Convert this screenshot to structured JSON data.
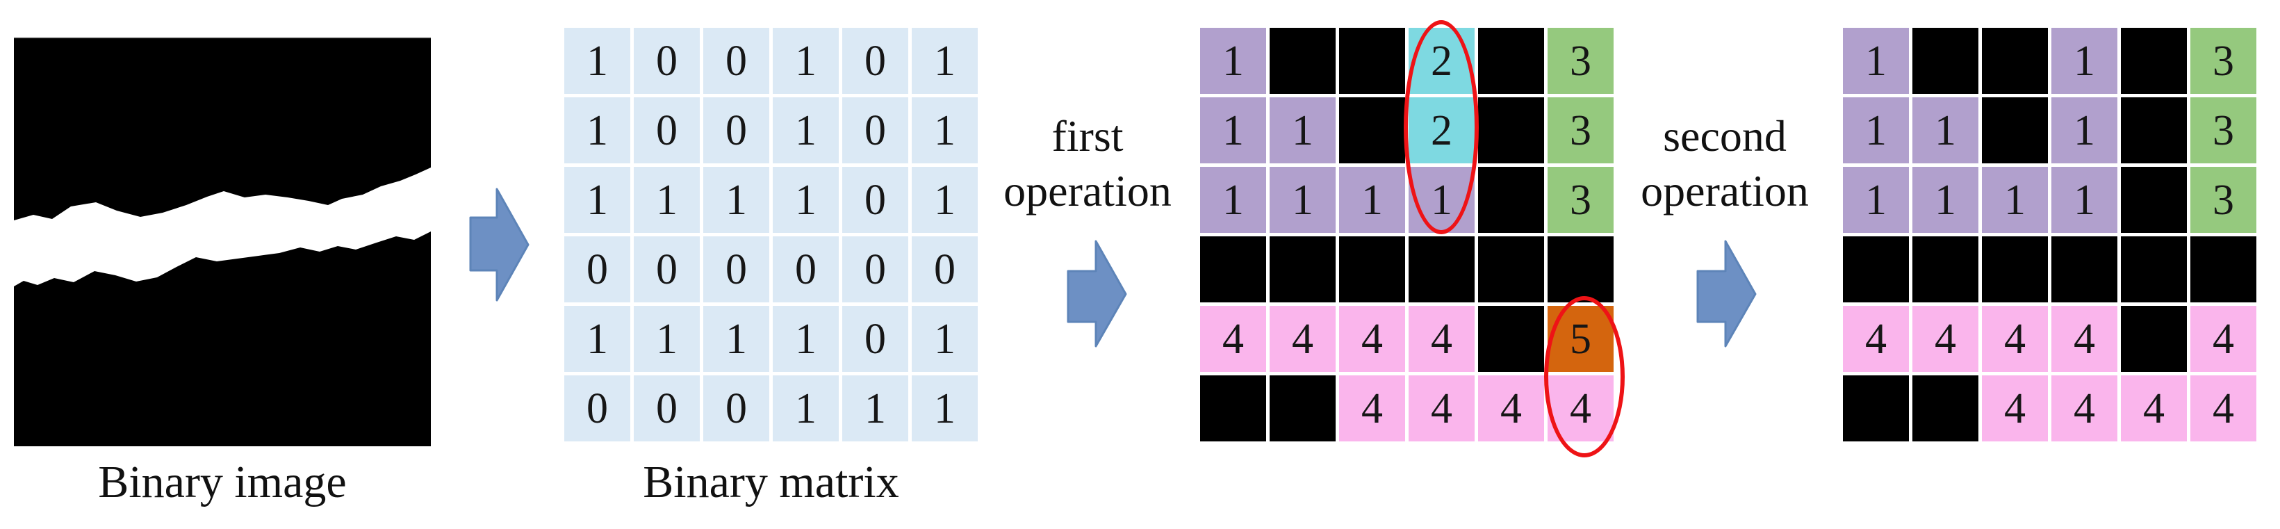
{
  "figure": {
    "binary_image": {
      "caption": "Binary image"
    },
    "binary_matrix": {
      "caption": "Binary matrix",
      "rows": [
        [
          "1",
          "0",
          "0",
          "1",
          "0",
          "1"
        ],
        [
          "1",
          "0",
          "0",
          "1",
          "0",
          "1"
        ],
        [
          "1",
          "1",
          "1",
          "1",
          "0",
          "1"
        ],
        [
          "0",
          "0",
          "0",
          "0",
          "0",
          "0"
        ],
        [
          "1",
          "1",
          "1",
          "1",
          "0",
          "1"
        ],
        [
          "0",
          "0",
          "0",
          "1",
          "1",
          "1"
        ]
      ]
    },
    "first_operation": {
      "line1": "first",
      "line2": "operation"
    },
    "first_labeled_matrix": {
      "rows": [
        [
          {
            "v": "1",
            "c": "purple"
          },
          {
            "v": "",
            "c": "black"
          },
          {
            "v": "",
            "c": "black"
          },
          {
            "v": "2",
            "c": "cyan"
          },
          {
            "v": "",
            "c": "black"
          },
          {
            "v": "3",
            "c": "green"
          }
        ],
        [
          {
            "v": "1",
            "c": "purple"
          },
          {
            "v": "1",
            "c": "purple"
          },
          {
            "v": "",
            "c": "black"
          },
          {
            "v": "2",
            "c": "cyan"
          },
          {
            "v": "",
            "c": "black"
          },
          {
            "v": "3",
            "c": "green"
          }
        ],
        [
          {
            "v": "1",
            "c": "purple"
          },
          {
            "v": "1",
            "c": "purple"
          },
          {
            "v": "1",
            "c": "purple"
          },
          {
            "v": "1",
            "c": "purple"
          },
          {
            "v": "",
            "c": "black"
          },
          {
            "v": "3",
            "c": "green"
          }
        ],
        [
          {
            "v": "",
            "c": "black"
          },
          {
            "v": "",
            "c": "black"
          },
          {
            "v": "",
            "c": "black"
          },
          {
            "v": "",
            "c": "black"
          },
          {
            "v": "",
            "c": "black"
          },
          {
            "v": "",
            "c": "black"
          }
        ],
        [
          {
            "v": "4",
            "c": "pink"
          },
          {
            "v": "4",
            "c": "pink"
          },
          {
            "v": "4",
            "c": "pink"
          },
          {
            "v": "4",
            "c": "pink"
          },
          {
            "v": "",
            "c": "black"
          },
          {
            "v": "5",
            "c": "orange"
          }
        ],
        [
          {
            "v": "",
            "c": "black"
          },
          {
            "v": "",
            "c": "black"
          },
          {
            "v": "4",
            "c": "pink"
          },
          {
            "v": "4",
            "c": "pink"
          },
          {
            "v": "4",
            "c": "pink"
          },
          {
            "v": "4",
            "c": "pink"
          }
        ]
      ],
      "highlights": [
        "red ellipse around column 4, rows 1-3 (labels 2, 2, 1)",
        "red ellipse around column 6, rows 5-6 (labels 5, 4)"
      ]
    },
    "second_operation": {
      "line1": "second",
      "line2": "operation"
    },
    "second_labeled_matrix": {
      "rows": [
        [
          {
            "v": "1",
            "c": "purple"
          },
          {
            "v": "",
            "c": "black"
          },
          {
            "v": "",
            "c": "black"
          },
          {
            "v": "1",
            "c": "purple"
          },
          {
            "v": "",
            "c": "black"
          },
          {
            "v": "3",
            "c": "green"
          }
        ],
        [
          {
            "v": "1",
            "c": "purple"
          },
          {
            "v": "1",
            "c": "purple"
          },
          {
            "v": "",
            "c": "black"
          },
          {
            "v": "1",
            "c": "purple"
          },
          {
            "v": "",
            "c": "black"
          },
          {
            "v": "3",
            "c": "green"
          }
        ],
        [
          {
            "v": "1",
            "c": "purple"
          },
          {
            "v": "1",
            "c": "purple"
          },
          {
            "v": "1",
            "c": "purple"
          },
          {
            "v": "1",
            "c": "purple"
          },
          {
            "v": "",
            "c": "black"
          },
          {
            "v": "3",
            "c": "green"
          }
        ],
        [
          {
            "v": "",
            "c": "black"
          },
          {
            "v": "",
            "c": "black"
          },
          {
            "v": "",
            "c": "black"
          },
          {
            "v": "",
            "c": "black"
          },
          {
            "v": "",
            "c": "black"
          },
          {
            "v": "",
            "c": "black"
          }
        ],
        [
          {
            "v": "4",
            "c": "pink"
          },
          {
            "v": "4",
            "c": "pink"
          },
          {
            "v": "4",
            "c": "pink"
          },
          {
            "v": "4",
            "c": "pink"
          },
          {
            "v": "",
            "c": "black"
          },
          {
            "v": "4",
            "c": "pink"
          }
        ],
        [
          {
            "v": "",
            "c": "black"
          },
          {
            "v": "",
            "c": "black"
          },
          {
            "v": "4",
            "c": "pink"
          },
          {
            "v": "4",
            "c": "pink"
          },
          {
            "v": "4",
            "c": "pink"
          },
          {
            "v": "4",
            "c": "pink"
          }
        ]
      ]
    }
  },
  "colors": {
    "page_bg": "#ffffff",
    "blue": "#dbe9f5",
    "purple": "#b1a0cd",
    "cyan": "#7ed9e1",
    "green": "#95c97e",
    "pink": "#fab5ec",
    "orange": "#d4650e",
    "black": "#000000",
    "highlight_red": "#ee1316",
    "arrow_blue": "#6d90c4",
    "arrow_edge": "#5d84b8"
  }
}
